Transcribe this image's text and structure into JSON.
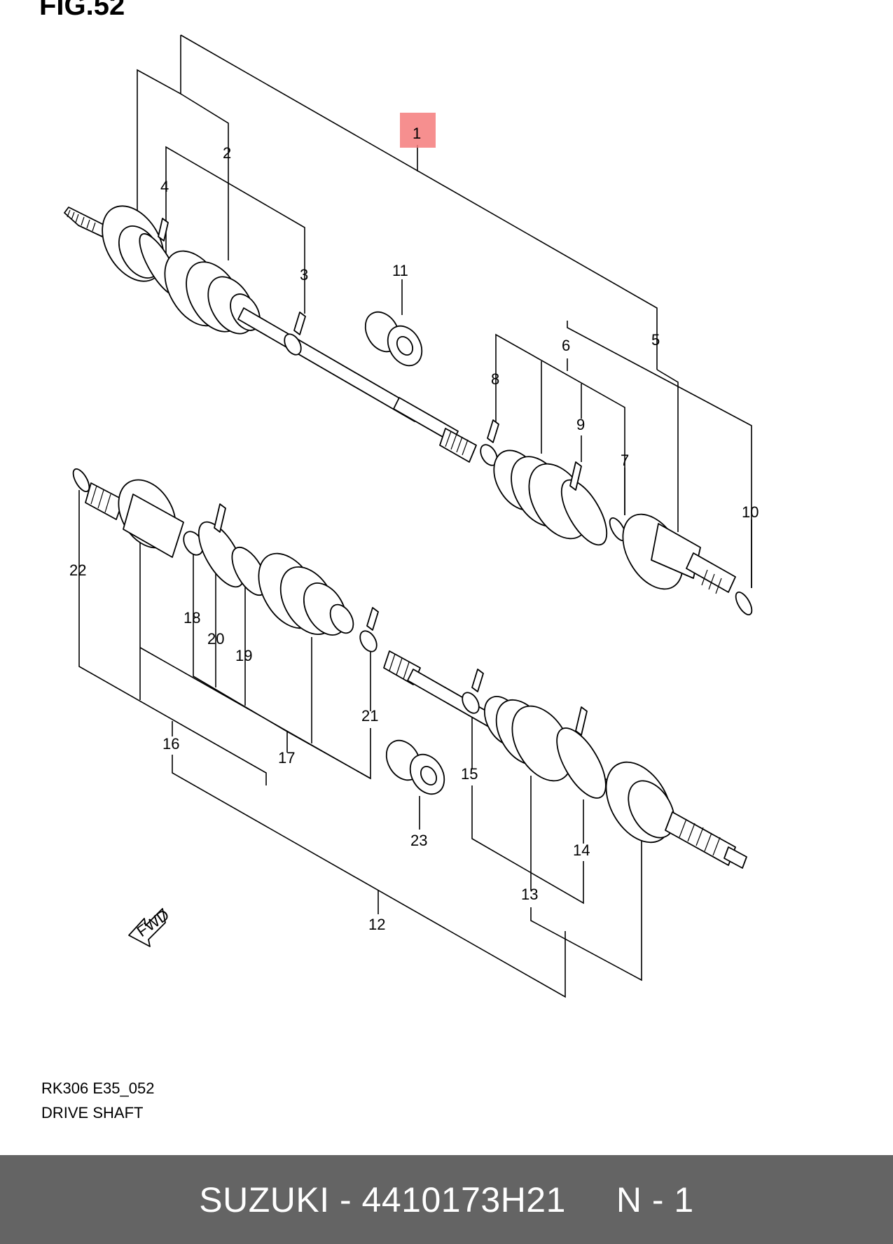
{
  "figure": {
    "label": "FIG.52",
    "code": "RK306 E35_052",
    "name": "DRIVE SHAFT",
    "fwd_label": "FWD",
    "highlight_color": "#f47b7b",
    "callouts": {
      "c1": "1",
      "c2": "2",
      "c3": "3",
      "c4": "4",
      "c5": "5",
      "c6": "6",
      "c7": "7",
      "c8": "8",
      "c9": "9",
      "c10": "10",
      "c11": "11",
      "c12": "12",
      "c13": "13",
      "c14": "14",
      "c15": "15",
      "c16": "16",
      "c17": "17",
      "c18": "18",
      "c19": "19",
      "c20": "20",
      "c21": "21",
      "c22": "22",
      "c23": "23"
    },
    "highlighted_callout": "1"
  },
  "footer": {
    "text": "SUZUKI - 4410173H21     N - 1",
    "background": "#646464"
  }
}
